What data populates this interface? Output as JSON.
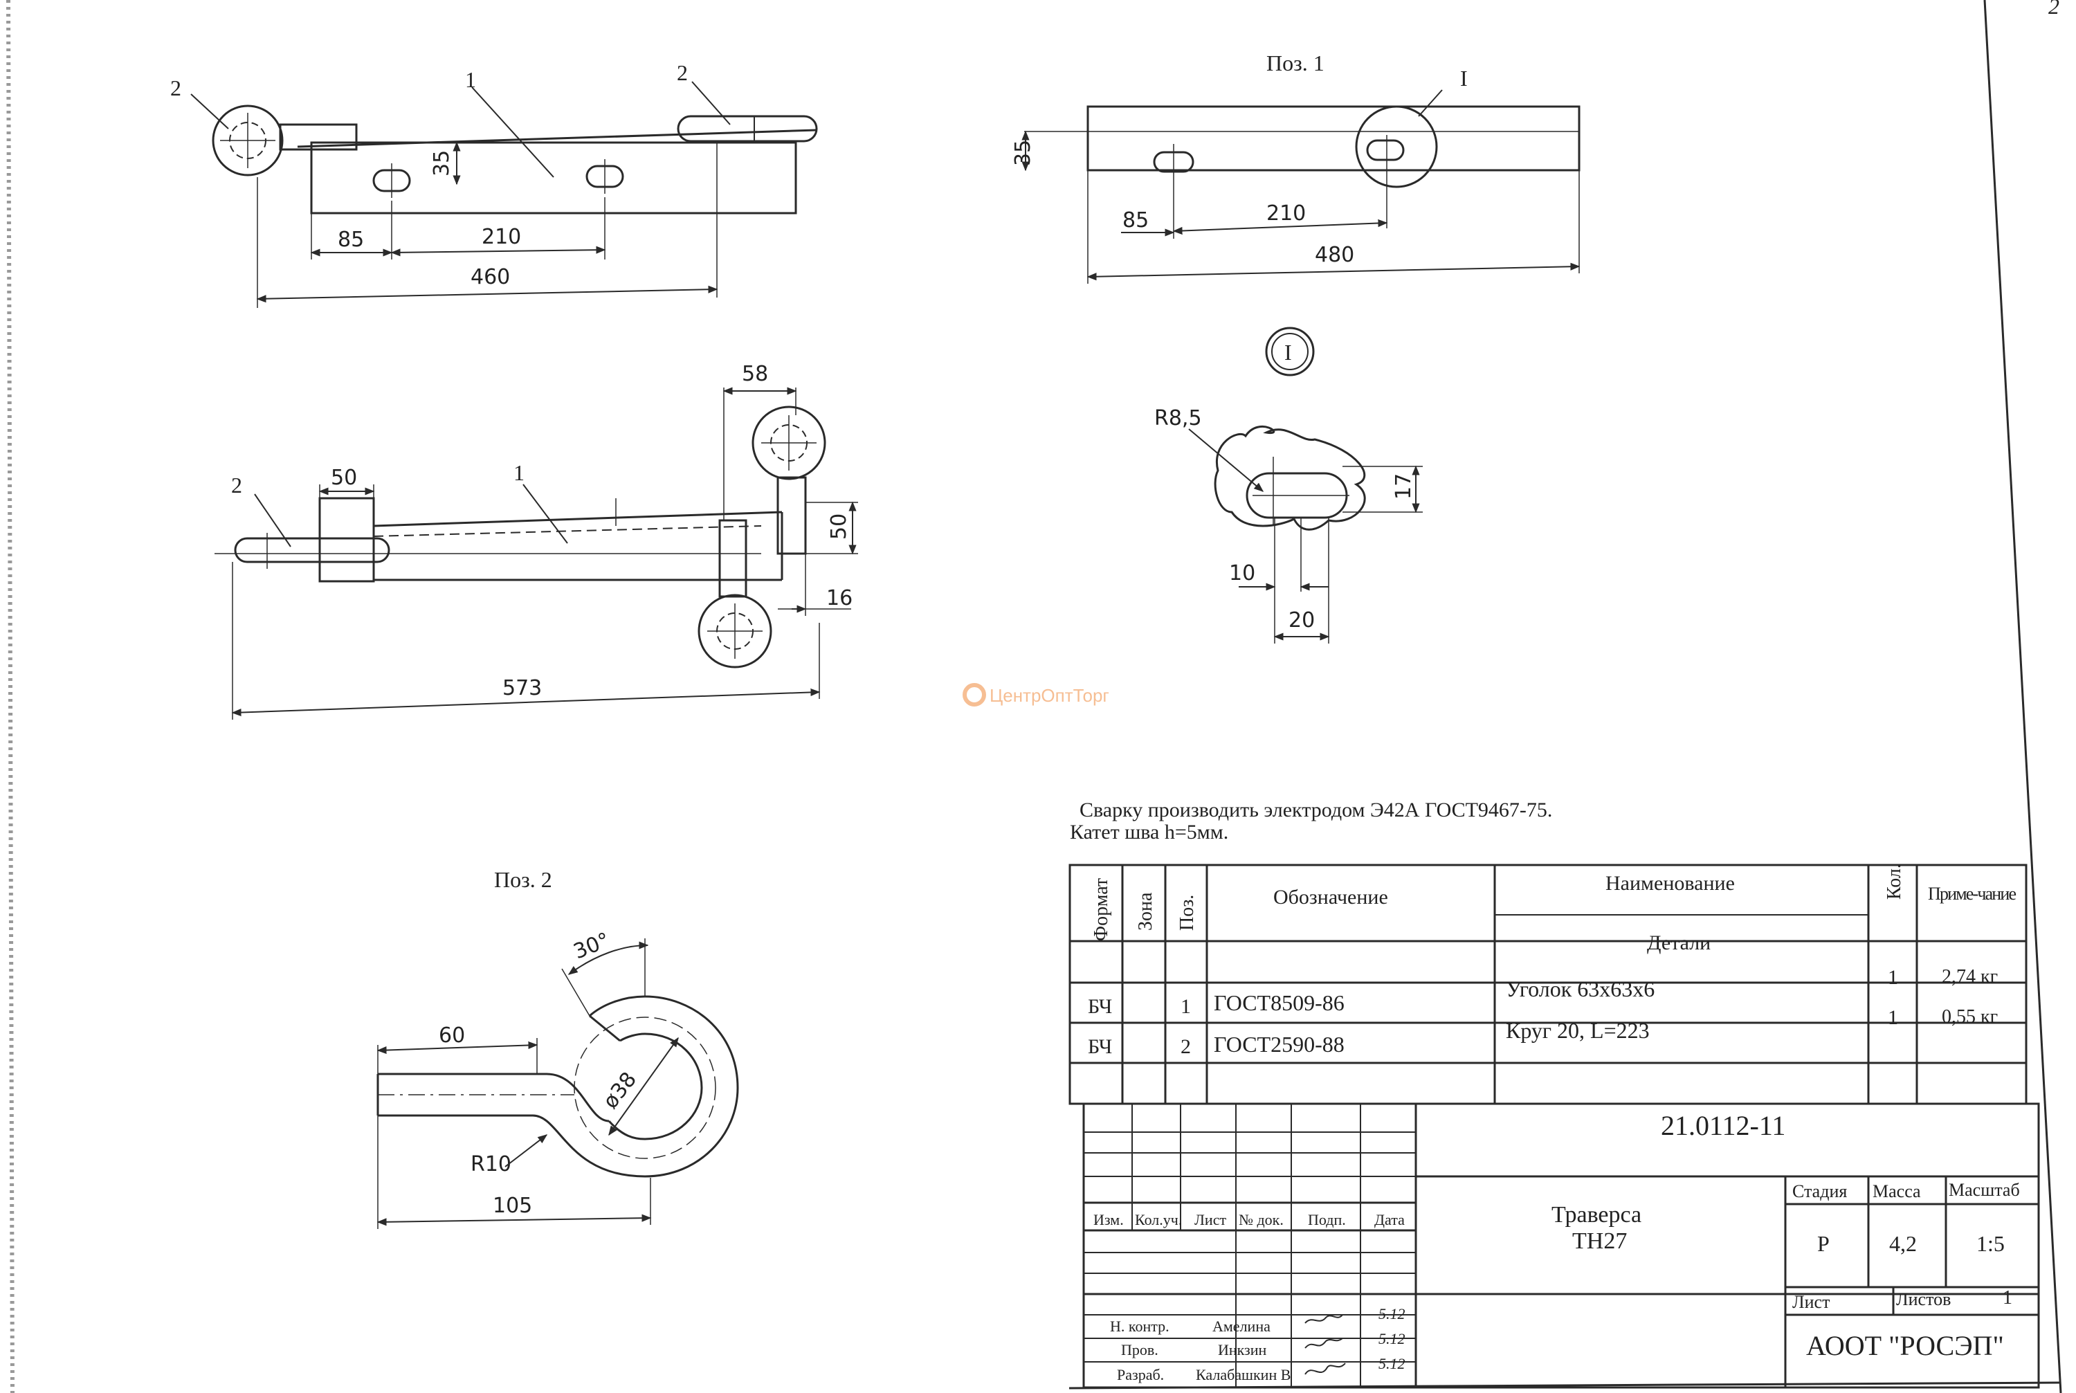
{
  "views": {
    "main_top": {
      "pos_left": "2",
      "pos_mid": "1",
      "pos_right": "2",
      "d35": "35",
      "d85": "85",
      "d210": "210",
      "d460": "460"
    },
    "pos1": {
      "title": "Поз. 1",
      "mark": "I",
      "d35": "35",
      "d85": "85",
      "d210": "210",
      "d480": "480"
    },
    "main_bottom": {
      "pos_left": "2",
      "pos_mid": "1",
      "d50a": "50",
      "d58": "58",
      "d50b": "50",
      "d16": "16",
      "d573": "573"
    },
    "detail_I": {
      "mark": "I",
      "r": "R8,5",
      "d17": "17",
      "d10": "10",
      "d20": "20"
    },
    "pos2": {
      "title": "Поз. 2",
      "angle": "30°",
      "dia": "ø38",
      "d60": "60",
      "r10": "R10",
      "d105": "105"
    }
  },
  "watermark": "ЦентрОптТорг",
  "notes": [
    "Сварку производить электродом Э42А ГОСТ9467-75.",
    "Катет шва h=5мм."
  ],
  "spec": {
    "headers": {
      "format": "Формат",
      "zone": "Зона",
      "pos": "Поз.",
      "designation": "Обозначение",
      "name": "Наименование",
      "qty": "Кол.",
      "note": "Приме-чание"
    },
    "section": "Детали",
    "rows": [
      {
        "format": "БЧ",
        "pos": "1",
        "designation": "ГОСТ8509-86",
        "name": "Уголок 63x63x6",
        "qty": "1",
        "note": "2,74 кг"
      },
      {
        "format": "БЧ",
        "pos": "2",
        "designation": "ГОСТ2590-88",
        "name": "Круг 20, L=223",
        "qty": "1",
        "note": "0,55 кг"
      }
    ]
  },
  "title_block": {
    "doc_number": "21.0112-11",
    "product_name": "Траверса",
    "product_code": "ТН27",
    "cols": {
      "izm": "Изм.",
      "kol": "Кол.уч.",
      "list": "Лист",
      "ndok": "№ док.",
      "podp": "Подп.",
      "data": "Дата"
    },
    "labels": {
      "stage": "Стадия",
      "mass": "Масса",
      "scale": "Масштаб",
      "sheet": "Лист",
      "sheets": "Листов"
    },
    "values": {
      "stage": "Р",
      "mass": "4,2",
      "scale": "1:5",
      "sheets": "1"
    },
    "roles": [
      {
        "role": "Н. контр.",
        "name": "Амелина",
        "date": "5.12"
      },
      {
        "role": "Пров.",
        "name": "Инкзин",
        "date": "5.12"
      },
      {
        "role": "Разраб.",
        "name": "Калабашкин В",
        "date": "5.12"
      }
    ],
    "company": "АООТ \"РОСЭП\""
  },
  "corner_mark": "2"
}
